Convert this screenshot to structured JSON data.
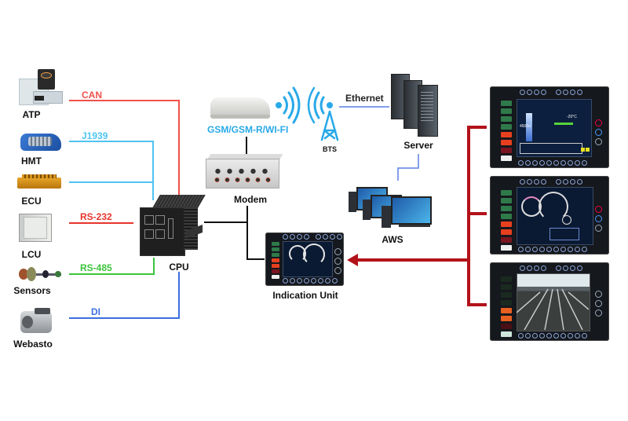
{
  "devices": {
    "atp": "ATP",
    "hmt": "HMT",
    "ecu": "ECU",
    "lcu": "LCU",
    "sensors": "Sensors",
    "webasto": "Webasto",
    "cpu": "CPU",
    "modem": "Modem",
    "antenna": "GSM/GSM-R/WI-FI",
    "bts": "BTS",
    "server": "Server",
    "aws": "AWS",
    "indication_unit": "Indication Unit"
  },
  "buses": {
    "can": "CAN",
    "j1939": "J1939",
    "rs232": "RS-232",
    "rs485": "RS-485",
    "di": "DI",
    "ethernet": "Ethernet"
  },
  "colors": {
    "can": "#f0504a",
    "j1939": "#4fc3f0",
    "rs232": "#e8342c",
    "rs485": "#3cc43c",
    "di": "#3b6fe0",
    "ethernet": "#5b7fe0",
    "wireless": "#29a9e8",
    "output_bus": "#b3121a",
    "black_line": "#111111"
  },
  "screens": {
    "screen1_temp": "-20°C",
    "screen1_level": "4500л"
  }
}
